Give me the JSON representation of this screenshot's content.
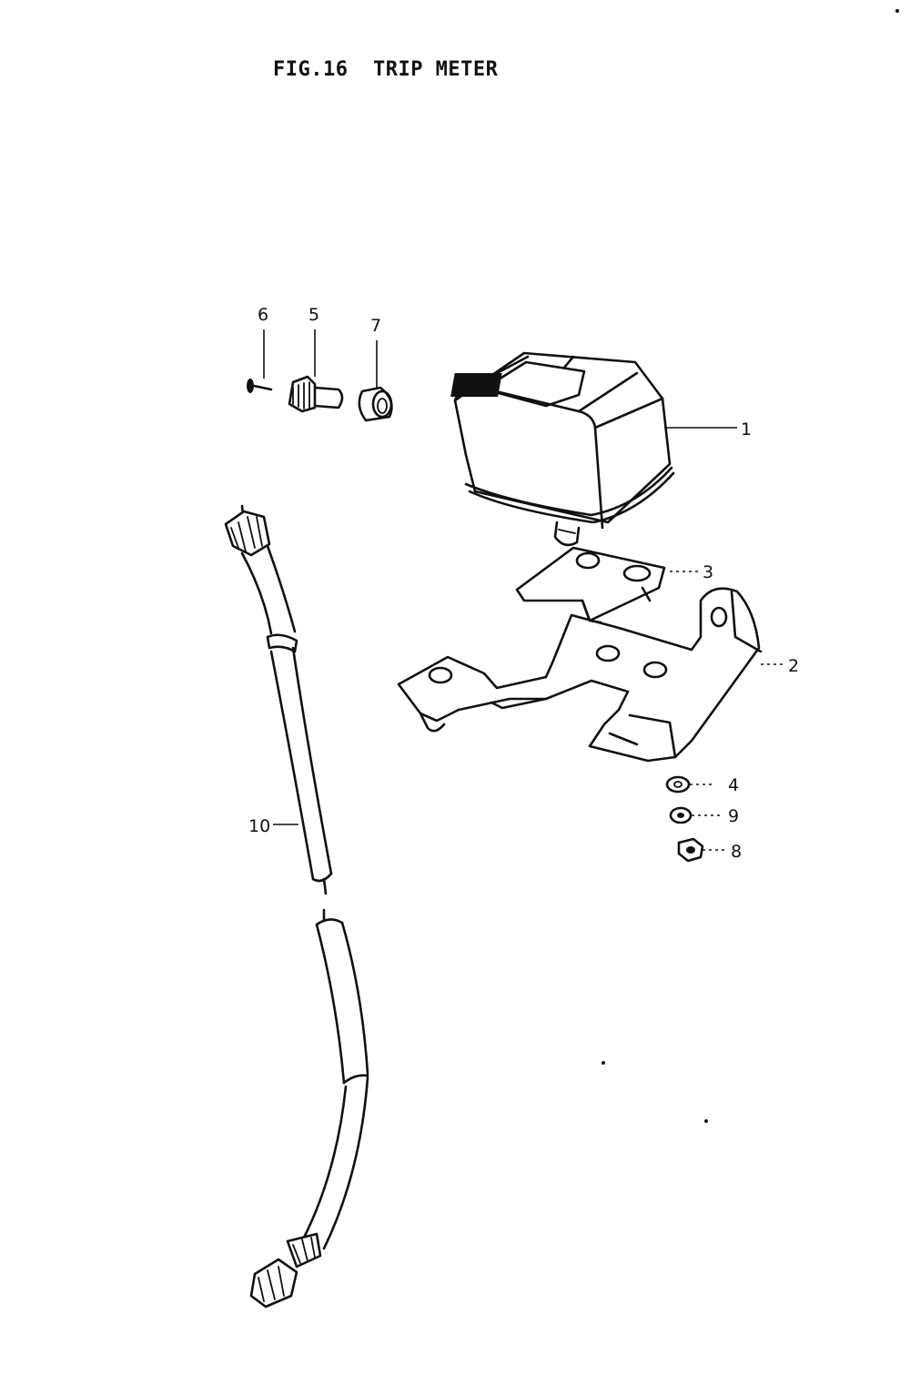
{
  "figure": {
    "title": "FIG.16  TRIP METER"
  },
  "callouts": [
    {
      "id": "1",
      "text": "1"
    },
    {
      "id": "2",
      "text": "2"
    },
    {
      "id": "3",
      "text": "3"
    },
    {
      "id": "4",
      "text": "4"
    },
    {
      "id": "5",
      "text": "5"
    },
    {
      "id": "6",
      "text": "6"
    },
    {
      "id": "7",
      "text": "7"
    },
    {
      "id": "8",
      "text": "8"
    },
    {
      "id": "9",
      "text": "9"
    },
    {
      "id": "10",
      "text": "10"
    }
  ]
}
